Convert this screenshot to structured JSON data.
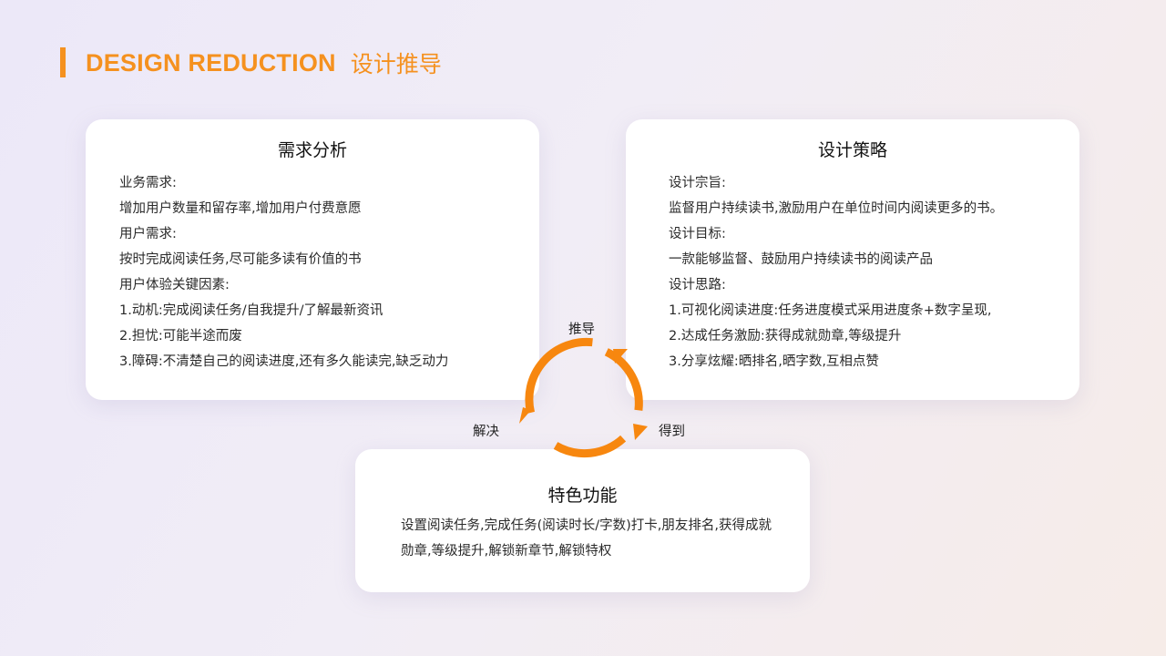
{
  "header": {
    "title_en": "DESIGN REDUCTION",
    "title_cn": "设计推导",
    "accent_color": "#f5911f"
  },
  "needs_card": {
    "title": "需求分析",
    "lines": [
      "业务需求:",
      "增加用户数量和留存率,增加用户付费意愿",
      "用户需求:",
      "按时完成阅读任务,尽可能多读有价值的书",
      "用户体验关键因素:",
      "1.动机:完成阅读任务/自我提升/了解最新资讯",
      "2.担忧:可能半途而废",
      "3.障碍:不清楚自己的阅读进度,还有多久能读完,缺乏动力"
    ]
  },
  "strategy_card": {
    "title": "设计策略",
    "lines": [
      "设计宗旨:",
      "监督用户持续读书,激励用户在单位时间内阅读更多的书。",
      "设计目标:",
      "一款能够监督、鼓励用户持续读书的阅读产品",
      "设计思路:",
      "1.可视化阅读进度:任务进度模式采用进度条+数字呈现,",
      "2.达成任务激励:获得成就勋章,等级提升",
      "3.分享炫耀:晒排名,晒字数,互相点赞"
    ]
  },
  "feature_card": {
    "title": "特色功能",
    "text": "设置阅读任务,完成任务(阅读时长/字数)打卡,朋友排名,获得成就勋章,等级提升,解锁新章节,解锁特权"
  },
  "cycle": {
    "label_top": "推导",
    "label_right": "得到",
    "label_left": "解决",
    "icon": "cycle-arrows-icon",
    "color": "#f7870f"
  }
}
